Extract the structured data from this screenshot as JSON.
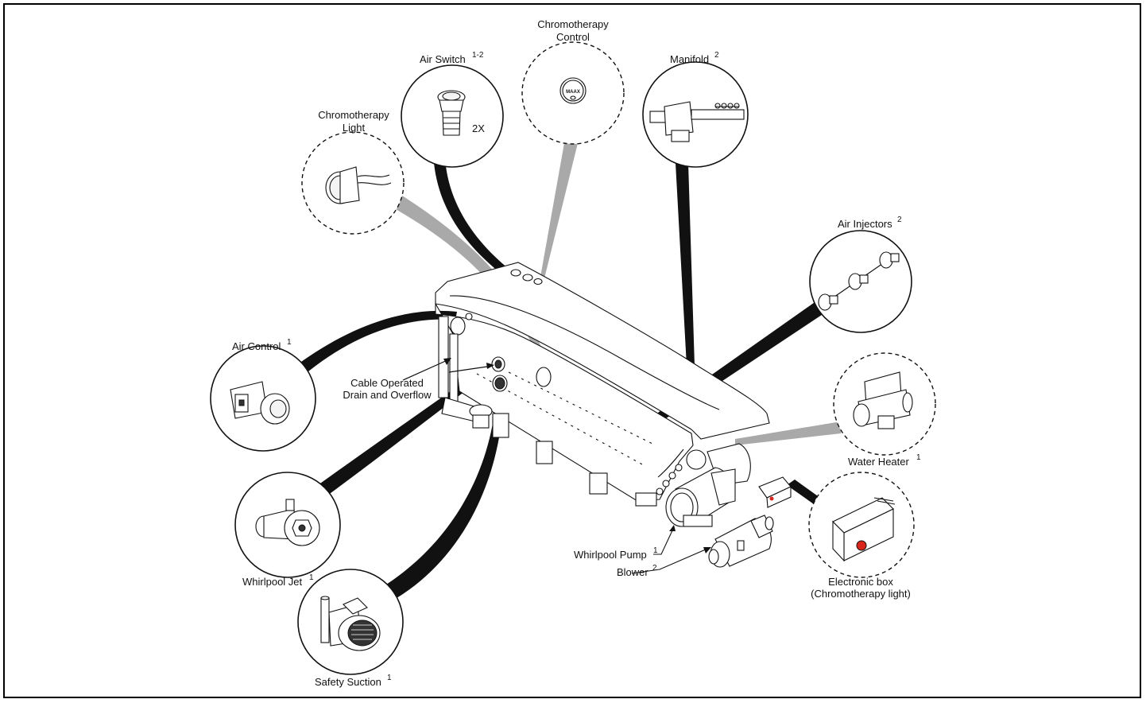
{
  "labels": {
    "chromo_light_l1": "Chromotherapy",
    "chromo_light_l2": "Light",
    "air_switch": "Air Switch",
    "air_switch_sup": "1-2",
    "air_switch_qty": "2X",
    "chromo_control_l1": "Chromotherapy",
    "chromo_control_l2": "Control",
    "chromo_control_brand": "MAAX",
    "manifold": "Manifold",
    "manifold_sup": "2",
    "air_injectors": "Air Injectors",
    "air_injectors_sup": "2",
    "air_control": "Air Control",
    "air_control_sup": "1",
    "drain_l1": "Cable Operated",
    "drain_l2": "Drain and Overflow",
    "water_heater": "Water Heater",
    "water_heater_sup": "1",
    "whirlpool_jet": "Whirlpool Jet",
    "whirlpool_jet_sup": "1",
    "whirlpool_pump": "Whirlpool Pump",
    "whirlpool_pump_sup": "1",
    "blower": "Blower",
    "blower_sup": "2",
    "electronic_box_l1": "Electronic box",
    "electronic_box_l2": "(Chromotherapy light)",
    "safety_suction": "Safety Suction",
    "safety_suction_sup": "1"
  },
  "colors": {
    "line": "#111111",
    "beam_black": "#111111",
    "beam_gray": "#a9a9a9",
    "indicator_red": "#d9261c"
  }
}
